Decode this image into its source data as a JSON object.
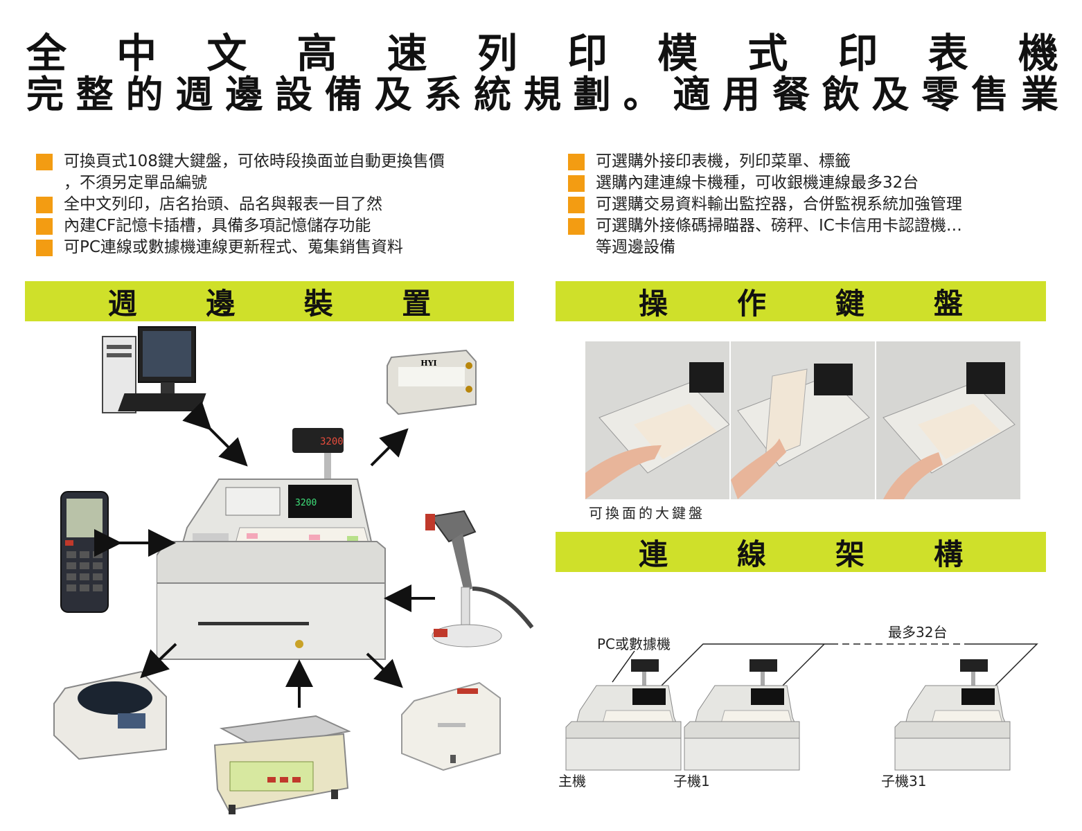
{
  "title": {
    "line1": [
      "全",
      "中",
      "文",
      "高",
      "速",
      "列",
      "印",
      "模",
      "式",
      "印",
      "表",
      "機"
    ],
    "line2": [
      "完",
      "整",
      "的",
      "週",
      "邊",
      "設",
      "備",
      "及",
      "系",
      "統",
      "規",
      "劃",
      "。",
      "適",
      "用",
      "餐",
      "飲",
      "及",
      "零",
      "售",
      "業"
    ]
  },
  "features_left": [
    "可換頁式108鍵大鍵盤，可依時段換面並自動更換售價",
    "，不須另定單品編號",
    "全中文列印，店名抬頭、品名與報表一目了然",
    "內建CF記憶卡插槽，具備多項記憶儲存功能",
    "可PC連線或數據機連線更新程式、蒐集銷售資料"
  ],
  "features_left_bullets": [
    true,
    false,
    true,
    true,
    true
  ],
  "features_right": [
    "可選購外接印表機，列印菜單、標籤",
    "選購內建連線卡機種，可收銀機連線最多32台",
    "可選購交易資料輸出監控器，合併監視系統加強管理",
    "可選購外接條碼掃瞄器、磅秤、IC卡信用卡認證機…",
    "等週邊設備"
  ],
  "features_right_bullets": [
    true,
    true,
    true,
    true,
    false
  ],
  "sections": {
    "peripherals": [
      "週",
      "邊",
      "裝",
      "置"
    ],
    "keyboard": [
      "操",
      "作",
      "鍵",
      "盤"
    ],
    "network": [
      "連",
      "線",
      "架",
      "構"
    ]
  },
  "keyboard_caption": "可換面的大鍵盤",
  "network": {
    "pc_label": "PC或數據機",
    "max_label": "最多32台",
    "main_label": "主機",
    "sub1_label": "子機1",
    "sub31_label": "子機31"
  },
  "device_texts": {
    "monitor_box_brand": "HYI",
    "display_readout": "3200",
    "register_readout": "3200"
  },
  "colors": {
    "bullet": "#f39c12",
    "section_bar": "#cfe02a"
  }
}
